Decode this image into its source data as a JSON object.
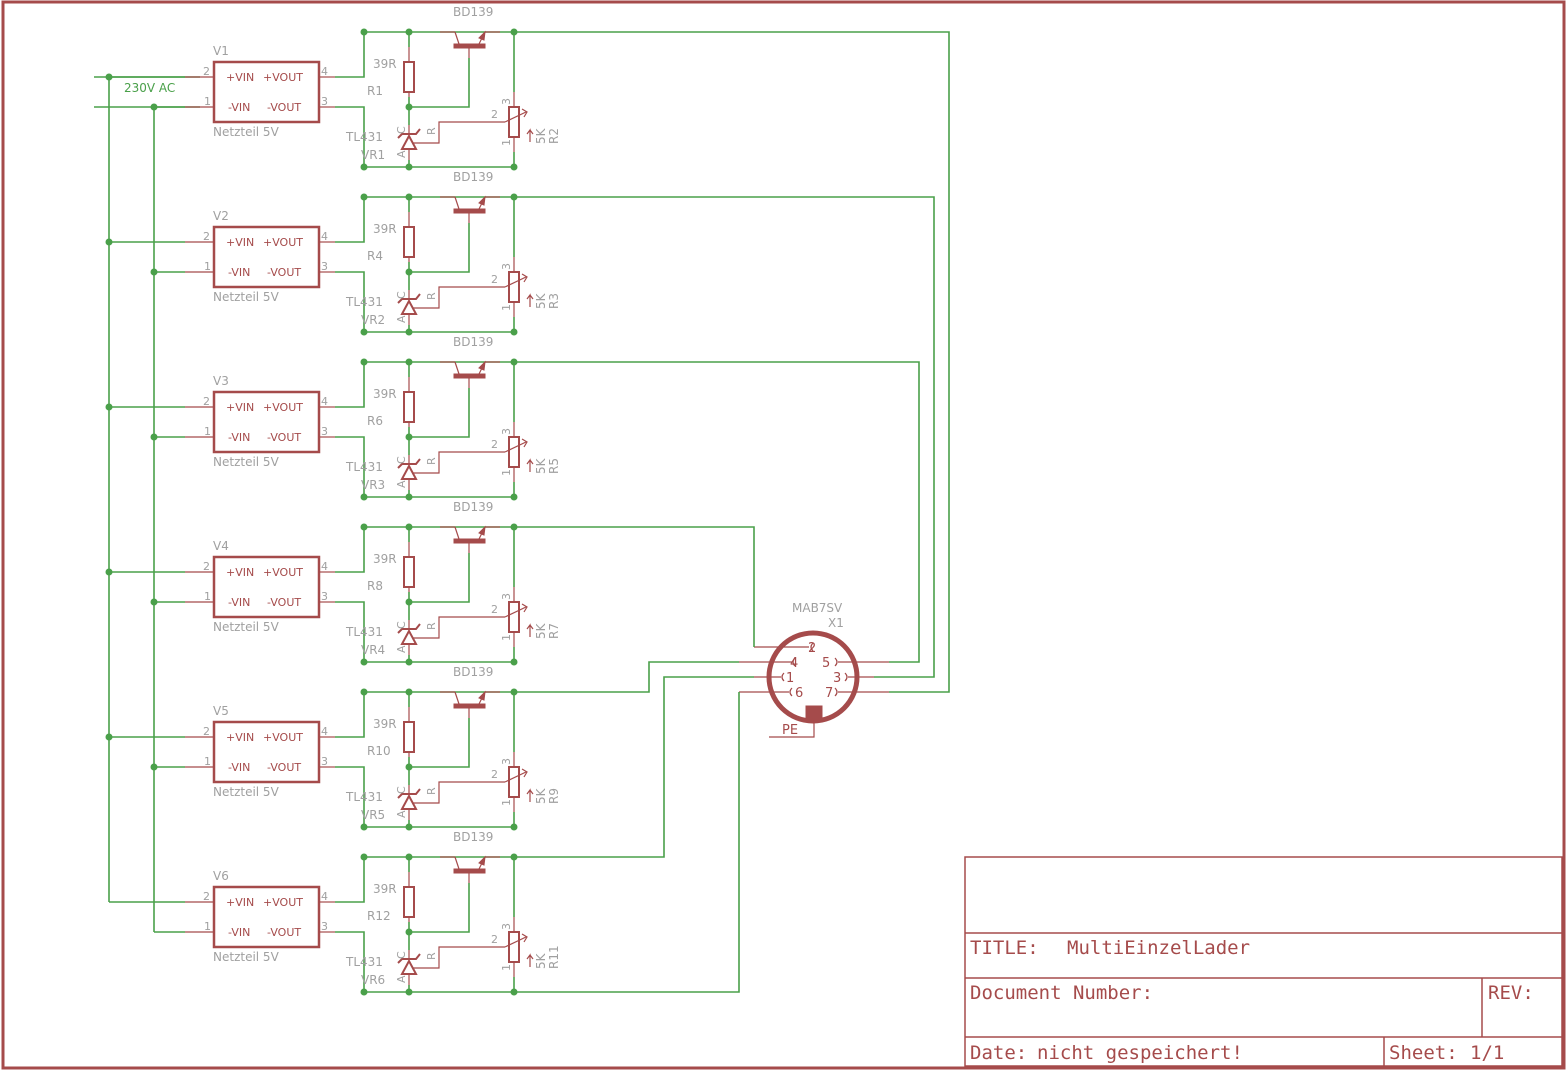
{
  "net_label": "230V AC",
  "colors": {
    "symbol": "#a54b4b",
    "wire": "#4aa04a",
    "label": "#a0a0a0"
  },
  "module_pins": {
    "vin_plus": "+VIN",
    "vin_minus": "-VIN",
    "vout_plus": "+VOUT",
    "vout_minus": "-VOUT",
    "p2": "2",
    "p1": "1",
    "p4": "4",
    "p3": "3"
  },
  "stages": [
    {
      "module": "V1",
      "module_value": "Netzteil 5V",
      "transistor": "BD139",
      "resistor": "R1",
      "resistor_value": "39R",
      "ref": "VR1",
      "ref_value": "TL431",
      "pot": "R2",
      "pot_value": "5K",
      "connector_pin": "7"
    },
    {
      "module": "V2",
      "module_value": "Netzteil 5V",
      "transistor": "BD139",
      "resistor": "R4",
      "resistor_value": "39R",
      "ref": "VR2",
      "ref_value": "TL431",
      "pot": "R3",
      "pot_value": "5K",
      "connector_pin": "3"
    },
    {
      "module": "V3",
      "module_value": "Netzteil 5V",
      "transistor": "BD139",
      "resistor": "R6",
      "resistor_value": "39R",
      "ref": "VR3",
      "ref_value": "TL431",
      "pot": "R5",
      "pot_value": "5K",
      "connector_pin": "5"
    },
    {
      "module": "V4",
      "module_value": "Netzteil 5V",
      "transistor": "BD139",
      "resistor": "R8",
      "resistor_value": "39R",
      "ref": "VR4",
      "ref_value": "TL431",
      "pot": "R7",
      "pot_value": "5K",
      "connector_pin": "2"
    },
    {
      "module": "V5",
      "module_value": "Netzteil 5V",
      "transistor": "BD139",
      "resistor": "R10",
      "resistor_value": "39R",
      "ref": "VR5",
      "ref_value": "TL431",
      "pot": "R9",
      "pot_value": "5K",
      "connector_pin": "4"
    },
    {
      "module": "V6",
      "module_value": "Netzteil 5V",
      "transistor": "BD139",
      "resistor": "R12",
      "resistor_value": "39R",
      "ref": "VR6",
      "ref_value": "TL431",
      "pot": "R11",
      "pot_value": "5K",
      "connector_pin": "1"
    }
  ],
  "tl431_pins": {
    "cathode": "C",
    "anode": "A",
    "ref": "R"
  },
  "pot_pins": {
    "p1": "1",
    "p2": "2",
    "p3": "3"
  },
  "connector": {
    "name": "X1",
    "value": "MAB7SV",
    "pins": [
      "2",
      "4",
      "5",
      "1",
      "3",
      "6",
      "7"
    ],
    "shield_label": "PE"
  },
  "title_block": {
    "title_label": "TITLE:",
    "title": "MultiEinzelLader",
    "document_number_label": "Document Number:",
    "document_number": "",
    "rev_label": "REV:",
    "rev": "",
    "date_label": "Date:",
    "date": "nicht gespeichert!",
    "sheet_label": "Sheet:",
    "sheet": "1/1"
  }
}
